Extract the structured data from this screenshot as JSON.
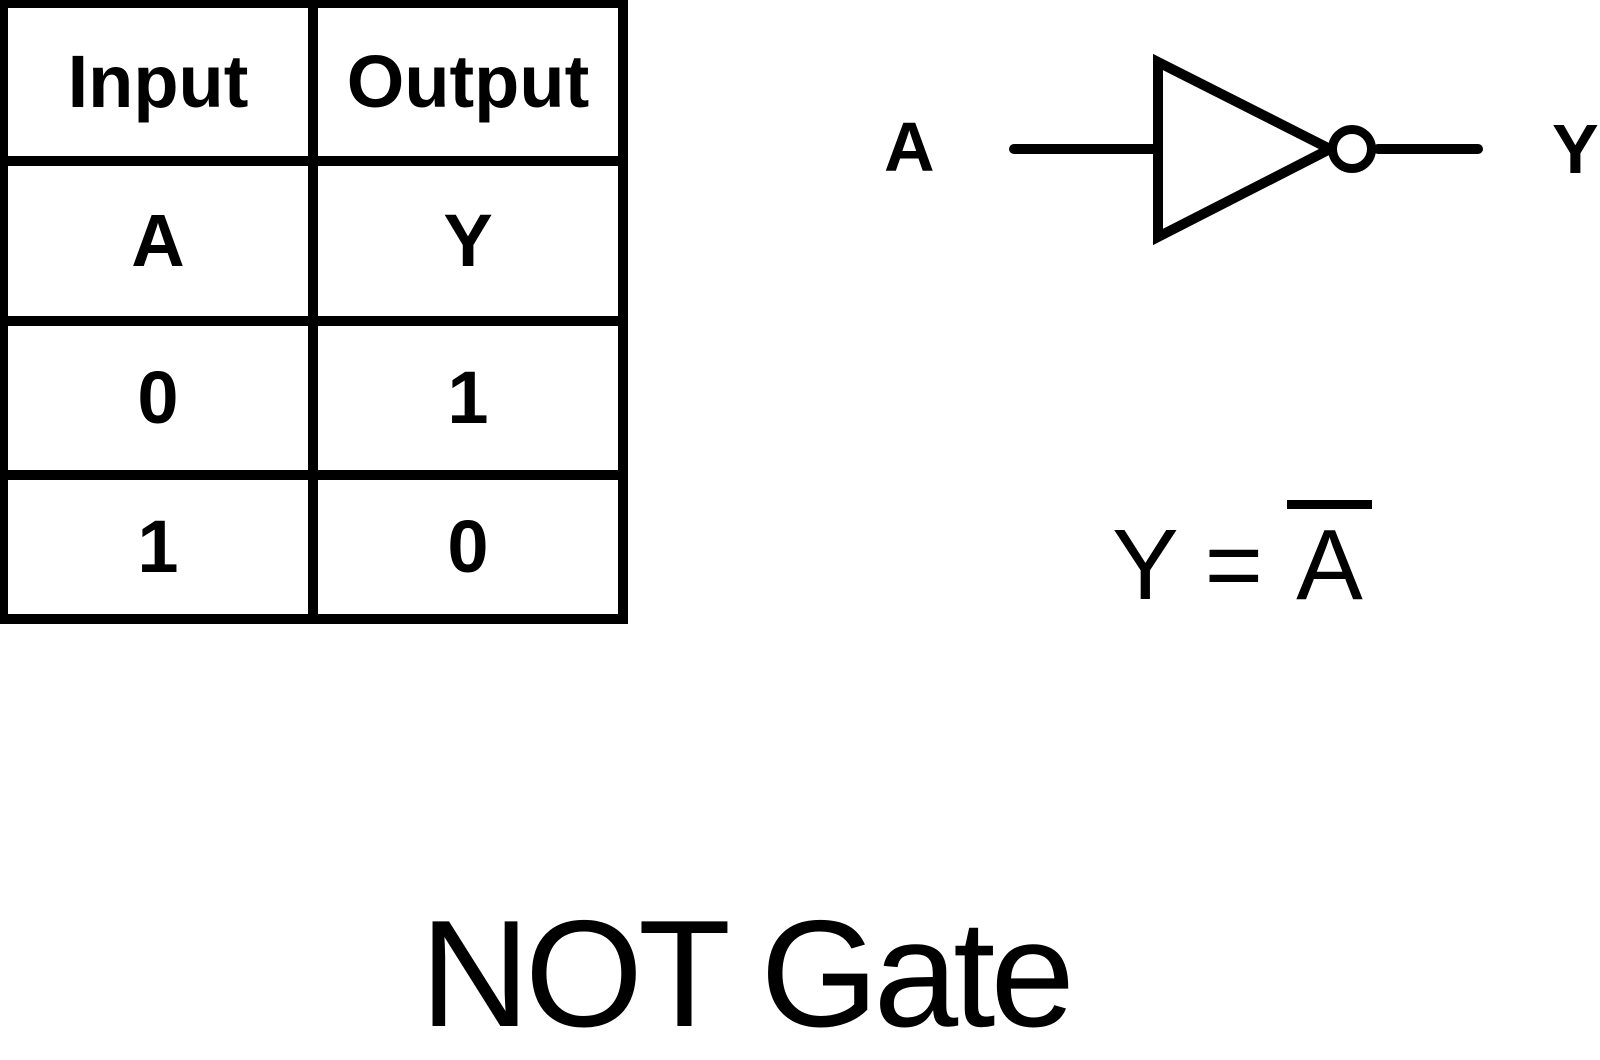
{
  "title": "NOT Gate",
  "truth_table": {
    "headers": [
      "Input",
      "Output"
    ],
    "signal_row": [
      "A",
      "Y"
    ],
    "rows": [
      [
        "0",
        "1"
      ],
      [
        "1",
        "0"
      ]
    ]
  },
  "gate": {
    "input_label": "A",
    "output_label": "Y"
  },
  "equation": {
    "prefix": "Y =",
    "overlined_symbol": "A"
  },
  "colors": {
    "foreground": "#000000",
    "background": "#ffffff"
  }
}
